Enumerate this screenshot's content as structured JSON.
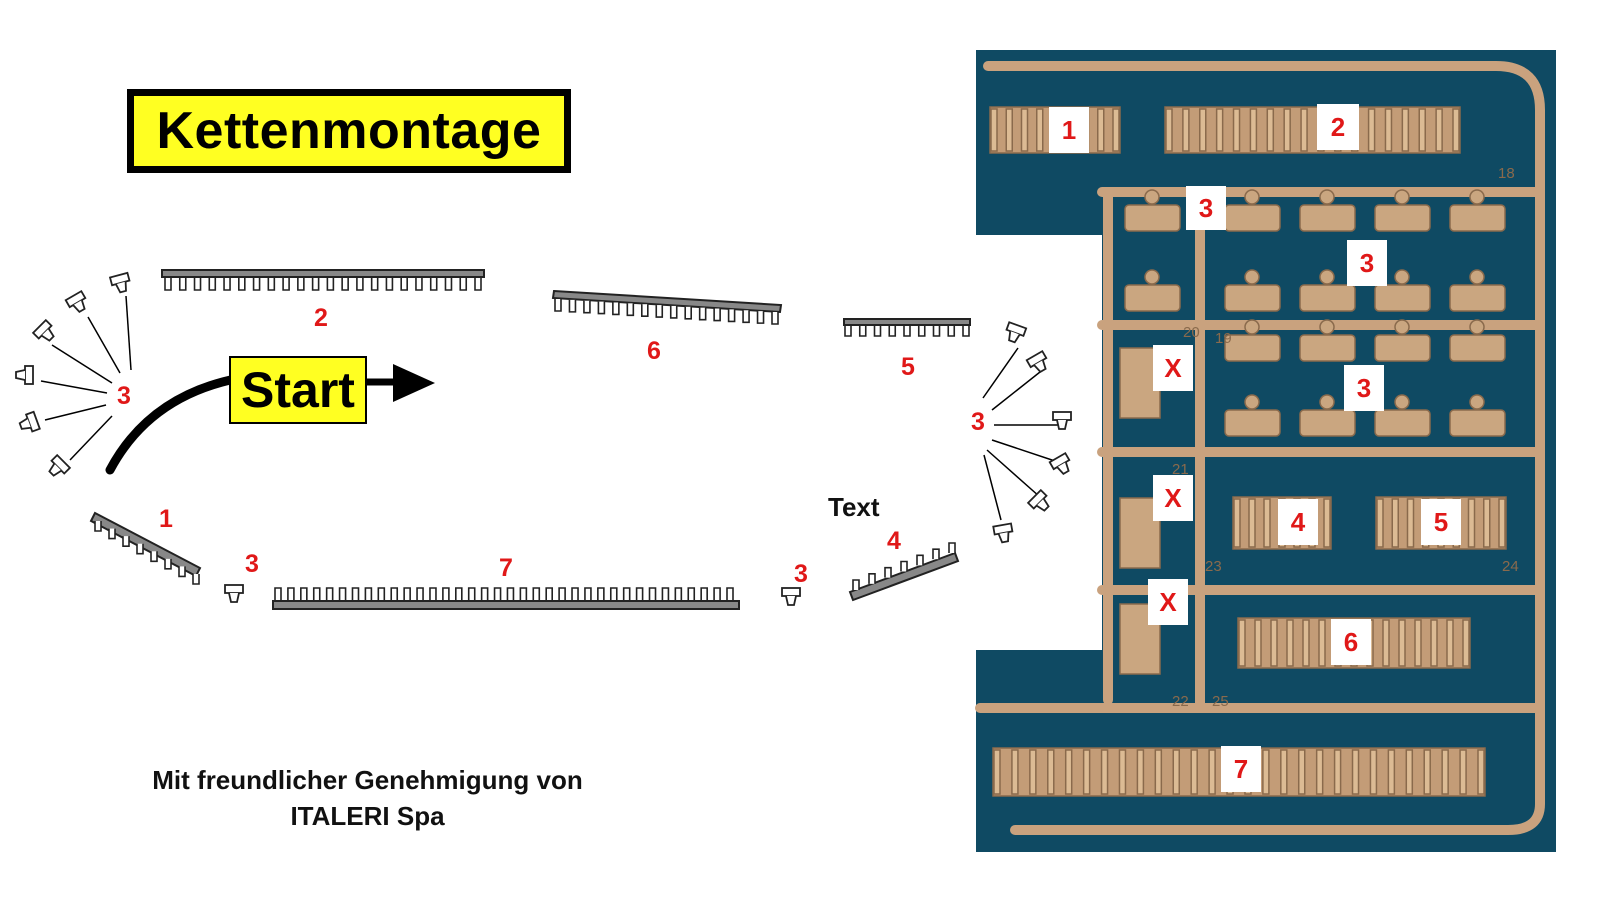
{
  "title": "Kettenmontage",
  "start_label": "Start",
  "text_label": "Text",
  "credit": {
    "line1": "Mit freundlicher Genehmigung von",
    "line2": "ITALERI Spa"
  },
  "diagram_labels": {
    "n1": "1",
    "n2": "2",
    "n3_left": "3",
    "n3_bottom_a": "3",
    "n3_bottom_b": "3",
    "n3_right": "3",
    "n4": "4",
    "n5": "5",
    "n6": "6",
    "n7": "7"
  },
  "sprue": {
    "labels": [
      "1",
      "2",
      "3",
      "3",
      "3",
      "X",
      "X",
      "X",
      "4",
      "5",
      "6",
      "7"
    ],
    "numbers": [
      "18",
      "19",
      "20",
      "21",
      "22",
      "23",
      "24",
      "25"
    ]
  },
  "colors": {
    "title_bg": "#ffff22",
    "label_red": "#e01818",
    "sprue_bg": "#0f4a63",
    "plastic": "#c9a27e"
  }
}
